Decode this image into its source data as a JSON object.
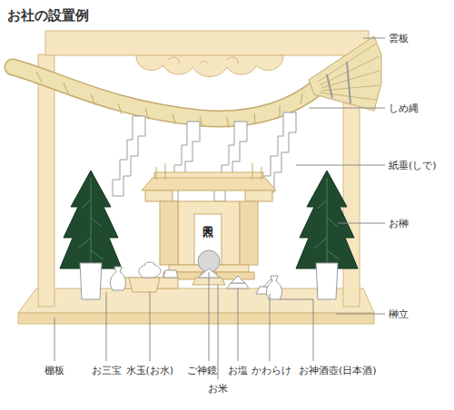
{
  "diagram": {
    "title": "お社の設置例",
    "labels": [
      "雲板",
      "しめ縄",
      "紙垂(しで)",
      "お榊",
      "榊立",
      "棚板",
      "お三宝",
      "水玉(お水)",
      "ご神鏡",
      "お米",
      "お塩",
      "かわらけ",
      "お神酒壺(日本酒)",
      "天照"
    ]
  }
}
